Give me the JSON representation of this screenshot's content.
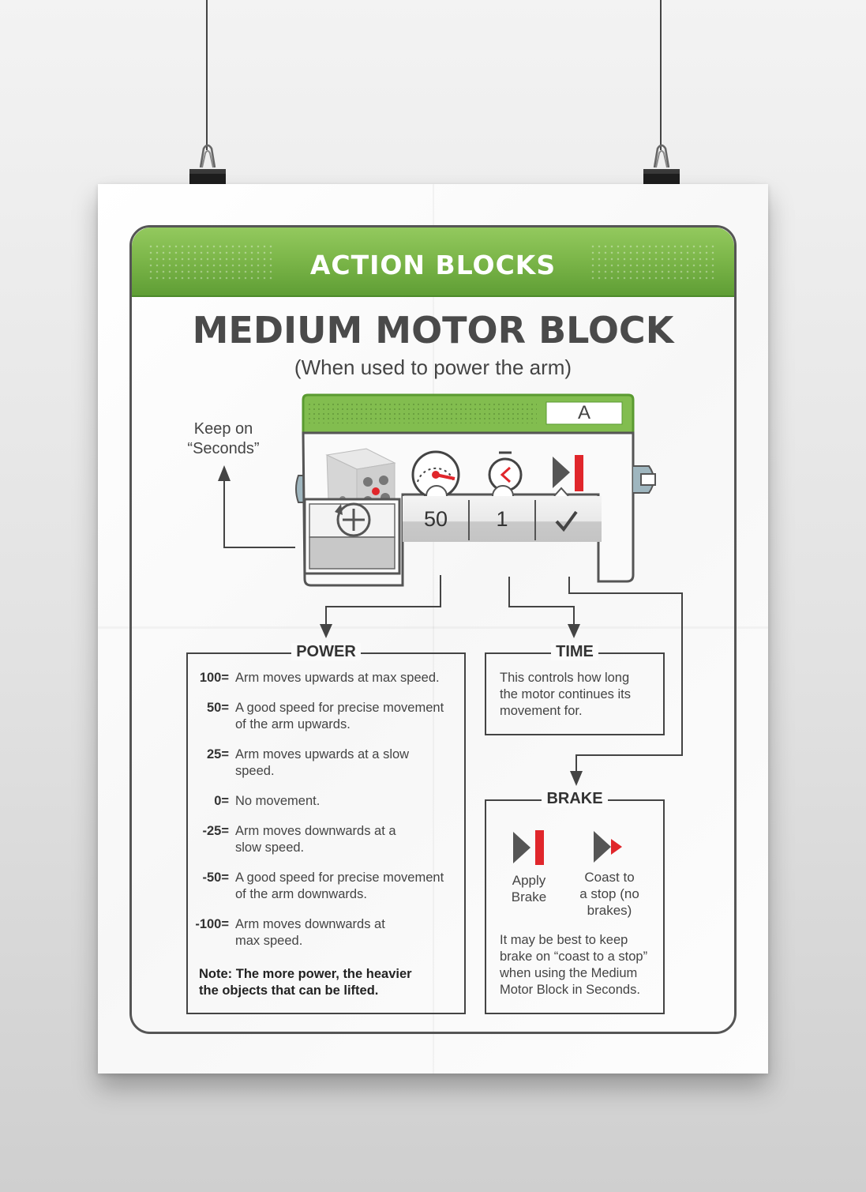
{
  "banner": {
    "title": "ACTION BLOCKS"
  },
  "heading": {
    "title": "MEDIUM MOTOR BLOCK",
    "subtitle": "(When used to power the arm)"
  },
  "block": {
    "port": "A",
    "mode_label": "Keep on\n“Seconds”",
    "power_value": "50",
    "time_value": "1",
    "brake_value": "check"
  },
  "power": {
    "title": "POWER",
    "rows": [
      {
        "value": "100=",
        "desc": "Arm moves upwards at max speed."
      },
      {
        "value": "50=",
        "desc": "A good speed for precise movement of the arm upwards."
      },
      {
        "value": "25=",
        "desc": "Arm moves upwards at a slow speed."
      },
      {
        "value": "0=",
        "desc": "No movement."
      },
      {
        "value": "-25=",
        "desc": "Arm moves downwards at a slow speed."
      },
      {
        "value": "-50=",
        "desc": "A good speed for precise movement of the arm downwards."
      },
      {
        "value": "-100=",
        "desc": "Arm moves downwards at max speed."
      }
    ],
    "note": "Note: The more power, the heavier the objects that can be lifted."
  },
  "time": {
    "title": "TIME",
    "text": "This controls how long the motor continues its movement for."
  },
  "brake": {
    "title": "BRAKE",
    "options": [
      {
        "label": "Apply\nBrake",
        "icon": "apply-brake-icon"
      },
      {
        "label": "Coast to\na stop (no\nbrakes)",
        "icon": "coast-icon"
      }
    ],
    "text": "It may be best to keep brake on “coast to a stop” when using the Medium Motor Block in Seconds."
  },
  "colors": {
    "green": "#7db74a",
    "red": "#e0262b",
    "dark": "#444444"
  }
}
